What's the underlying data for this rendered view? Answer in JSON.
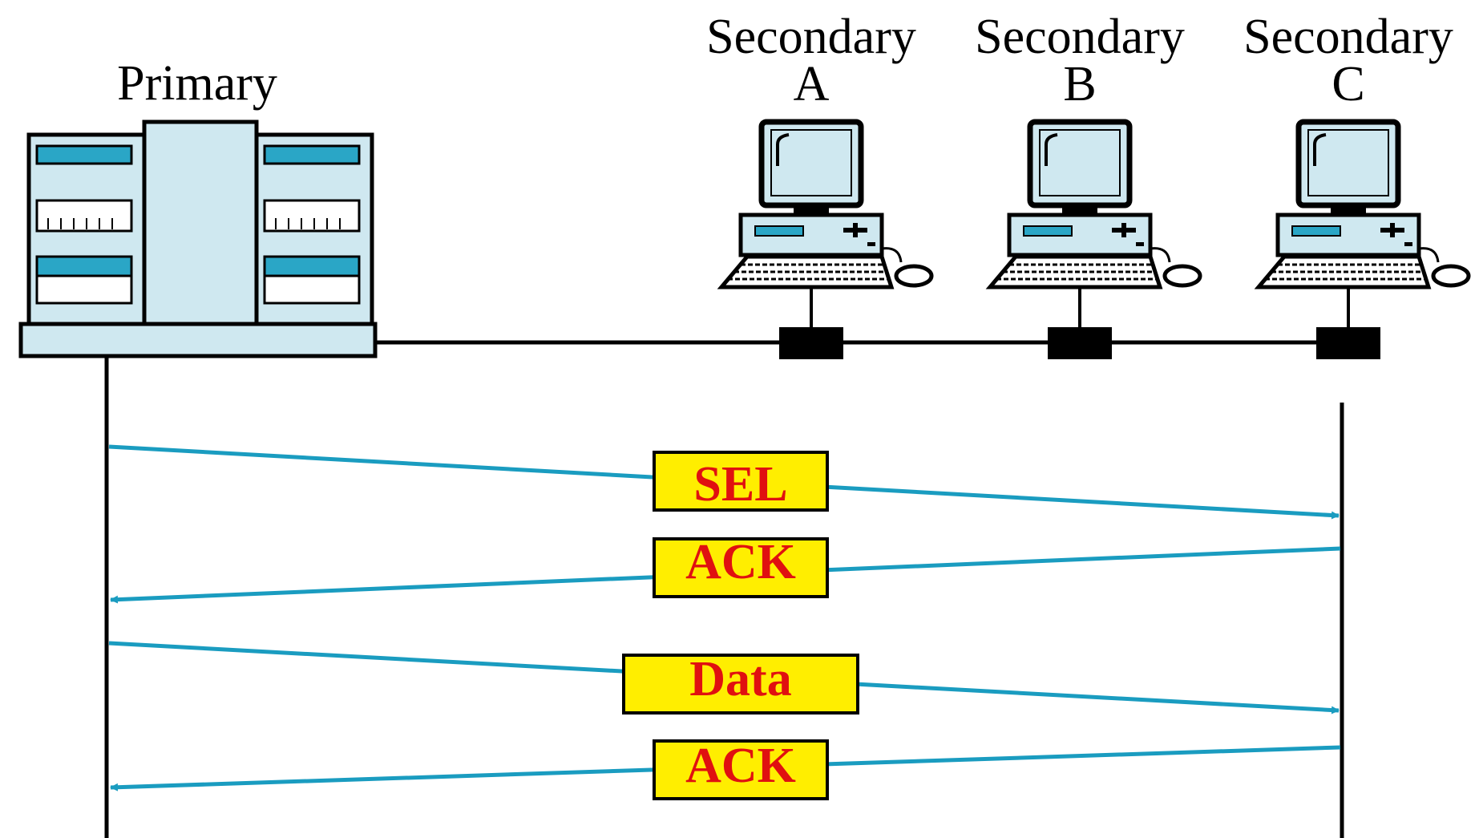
{
  "nodes": {
    "primary": {
      "label": "Primary"
    },
    "secondary_a": {
      "label_line1": "Secondary",
      "label_line2": "A"
    },
    "secondary_b": {
      "label_line1": "Secondary",
      "label_line2": "B"
    },
    "secondary_c": {
      "label_line1": "Secondary",
      "label_line2": "C"
    }
  },
  "messages": [
    {
      "label": "SEL",
      "direction": "to-secondary"
    },
    {
      "label": "ACK",
      "direction": "to-primary"
    },
    {
      "label": "Data",
      "direction": "to-secondary"
    },
    {
      "label": "ACK",
      "direction": "to-primary"
    }
  ],
  "colors": {
    "device_fill": "#cfe8f0",
    "device_accent": "#2aa6c6",
    "arrow": "#1a9cc0",
    "message_box": "#ffee00",
    "message_text": "#e01010"
  }
}
